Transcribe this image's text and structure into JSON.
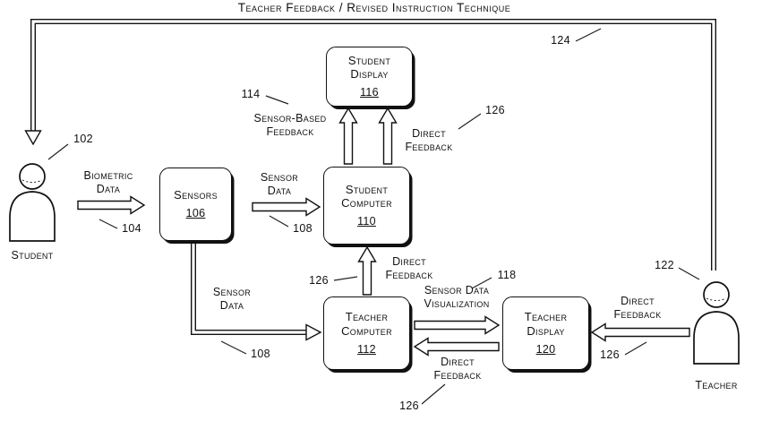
{
  "title": "Teacher Feedback / Revised Instruction Technique",
  "actors": {
    "student": {
      "label": "Student",
      "ref": "102"
    },
    "teacher": {
      "label": "Teacher",
      "ref": "122"
    }
  },
  "boxes": {
    "sensors": {
      "label": "Sensors",
      "ref": "106"
    },
    "student_computer": {
      "label": "Student\nComputer",
      "ref": "110"
    },
    "student_display": {
      "label": "Student\nDisplay",
      "ref": "116"
    },
    "teacher_computer": {
      "label": "Teacher\nComputer",
      "ref": "112"
    },
    "teacher_display": {
      "label": "Teacher\nDisplay",
      "ref": "120"
    }
  },
  "flows": {
    "feedback_loop": {
      "ref": "124"
    },
    "biometric_data": {
      "label": "Biometric\nData",
      "ref": "104"
    },
    "sensor_data_1": {
      "label": "Sensor\nData",
      "ref": "108"
    },
    "sensor_based_feedback": {
      "label": "Sensor-Based\nFeedback",
      "ref": "114"
    },
    "direct_feedback_display": {
      "label": "Direct\nFeedback",
      "ref": "126"
    },
    "sensor_data_2": {
      "label": "Sensor\nData",
      "ref": "108"
    },
    "direct_feedback_student_comp": {
      "label": "Direct\nFeedback",
      "ref": "126"
    },
    "sensor_data_visualization": {
      "label": "Sensor Data\nVisualization",
      "ref": "118"
    },
    "direct_feedback_teacher_comp": {
      "label": "Direct\nFeedback",
      "ref": "126"
    },
    "direct_feedback_teacher": {
      "label": "Direct\nFeedback",
      "ref": "126"
    }
  }
}
